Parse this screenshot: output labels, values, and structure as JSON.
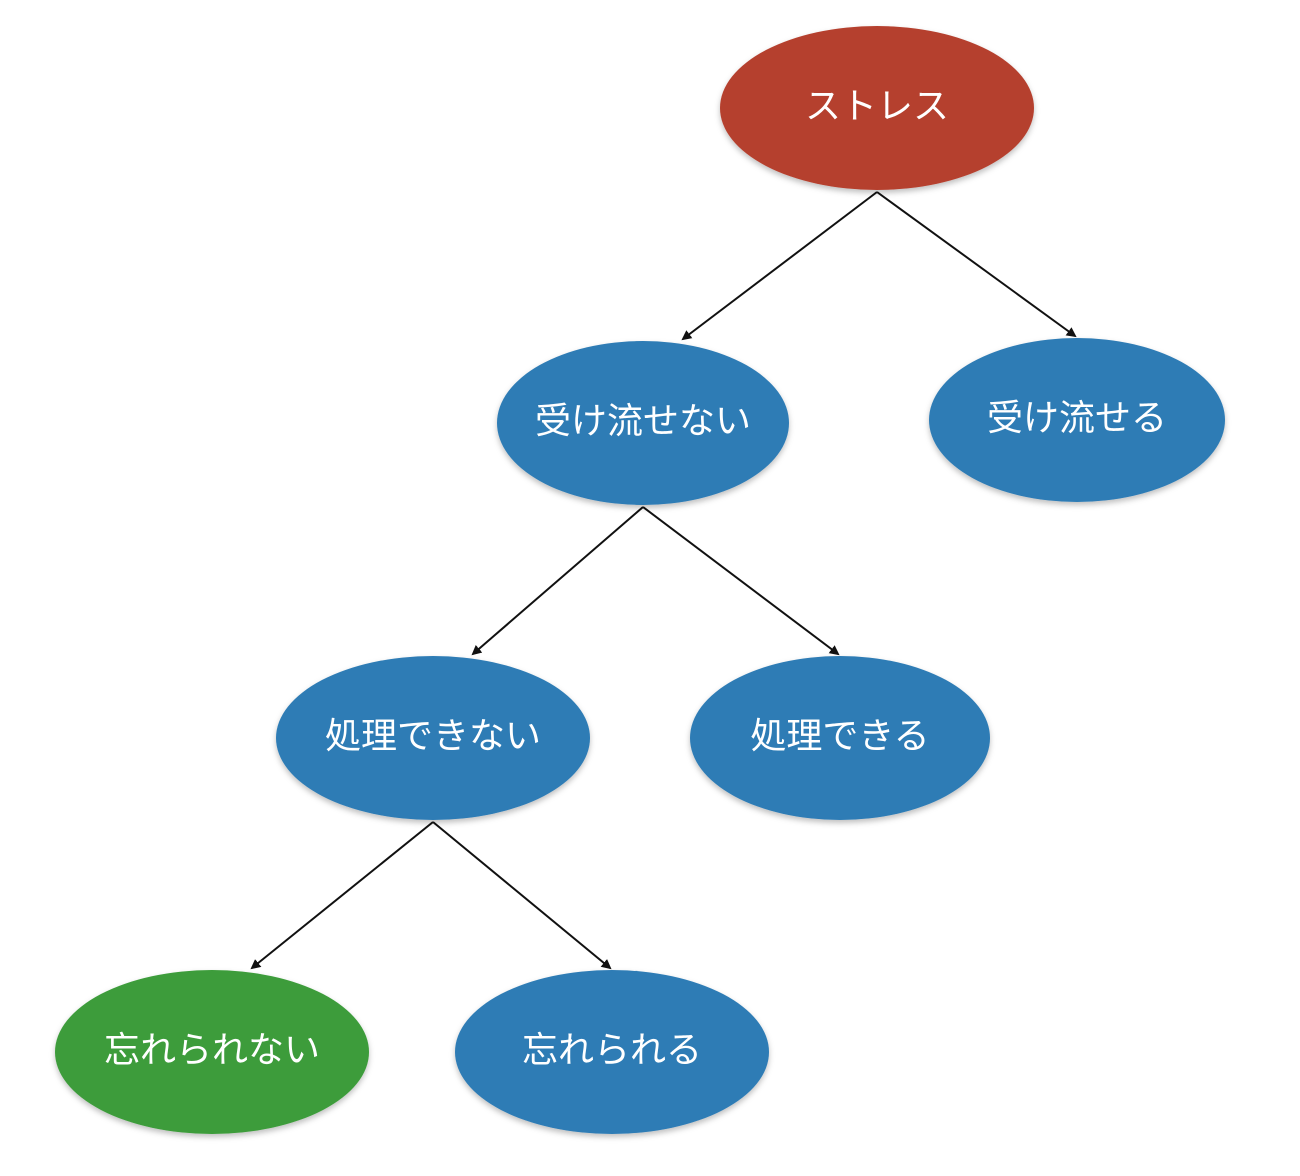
{
  "colors": {
    "root": "#b5412f",
    "default": "#2f7cb5",
    "highlight": "#3c9c3a",
    "edge": "#111111"
  },
  "nodes": [
    {
      "id": "stress",
      "label": "ストレス",
      "kind": "root"
    },
    {
      "id": "cannot-shrug",
      "label": "受け流せない",
      "kind": "default"
    },
    {
      "id": "can-shrug",
      "label": "受け流せる",
      "kind": "default"
    },
    {
      "id": "cannot-handle",
      "label": "処理できない",
      "kind": "default"
    },
    {
      "id": "can-handle",
      "label": "処理できる",
      "kind": "default"
    },
    {
      "id": "cannot-forget",
      "label": "忘れられない",
      "kind": "highlight"
    },
    {
      "id": "can-forget",
      "label": "忘れられる",
      "kind": "default"
    }
  ],
  "edges": [
    [
      "stress",
      "cannot-shrug"
    ],
    [
      "stress",
      "can-shrug"
    ],
    [
      "cannot-shrug",
      "cannot-handle"
    ],
    [
      "cannot-shrug",
      "can-handle"
    ],
    [
      "cannot-handle",
      "cannot-forget"
    ],
    [
      "cannot-handle",
      "can-forget"
    ]
  ]
}
